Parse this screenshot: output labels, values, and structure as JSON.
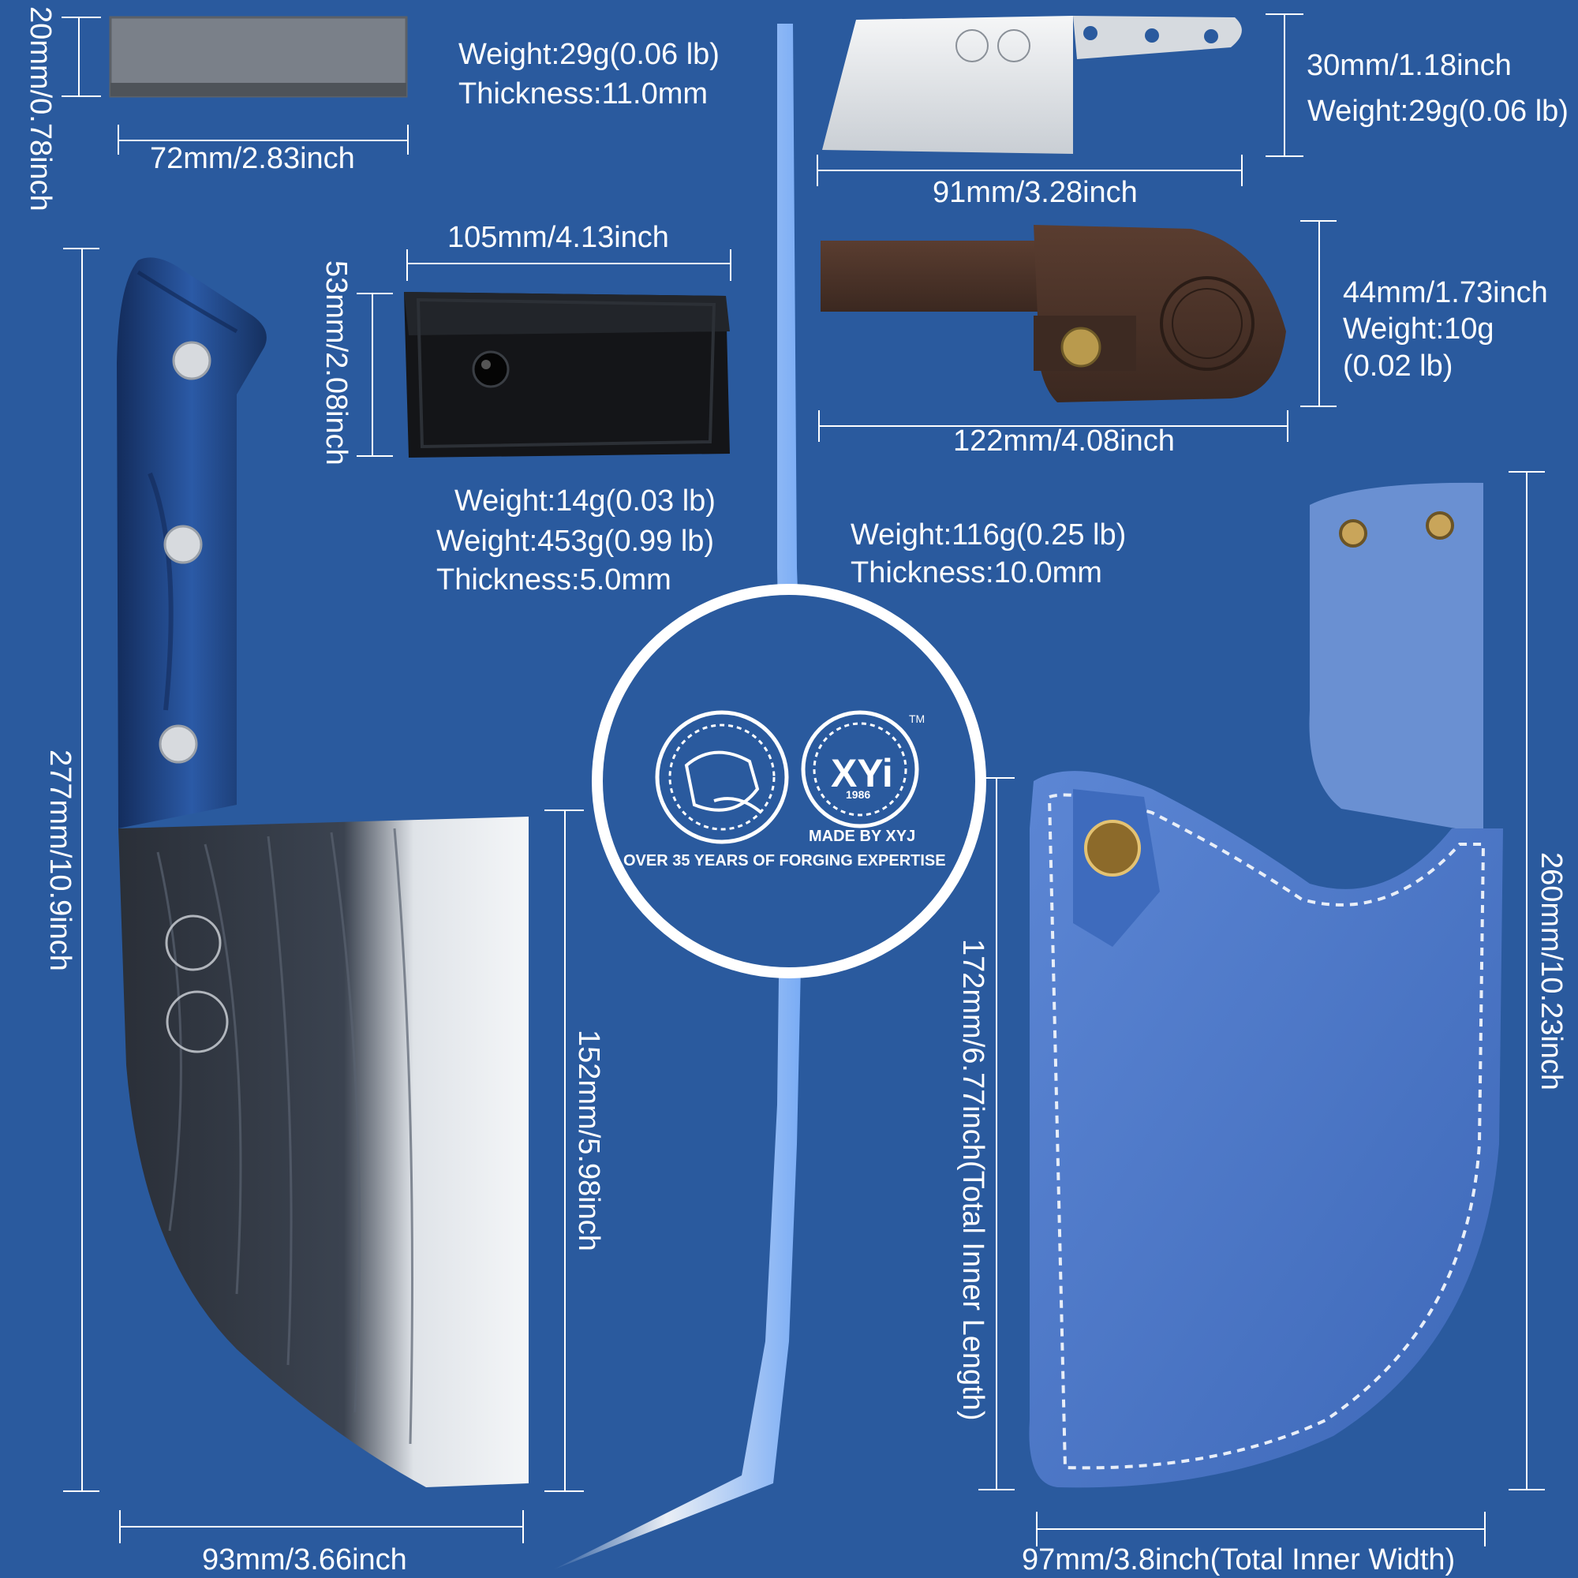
{
  "colors": {
    "background": "#2a5a9e",
    "text": "#ffffff",
    "handle": "#1f3f78",
    "sheath": "#4a76c6",
    "leather_brown": "#4a332a"
  },
  "whetstone": {
    "width": "72mm/2.83inch",
    "height": "20mm/0.78inch",
    "weight": "Weight:29g(0.06 lb)",
    "thickness": "Thickness:11.0mm"
  },
  "nylon_pouch": {
    "width": "105mm/4.13inch",
    "height": "53mm/2.08inch",
    "weight": "Weight:14g(0.03 lb)"
  },
  "main_knife": {
    "total_length": "277mm/10.9inch",
    "blade_length": "152mm/5.98inch",
    "blade_width": "93mm/3.66inch",
    "weight": "Weight:453g(0.99 lb)",
    "thickness": "Thickness:5.0mm"
  },
  "small_knife": {
    "width": "91mm/3.28inch",
    "height": "30mm/1.18inch",
    "weight": "Weight:29g(0.06 lb)"
  },
  "small_sheath": {
    "width": "122mm/4.08inch",
    "height": "44mm/1.73inch",
    "weight_line1": "Weight:10g",
    "weight_line2": "(0.02 lb)"
  },
  "big_sheath": {
    "weight": "Weight:116g(0.25 lb)",
    "thickness": "Thickness:10.0mm",
    "total_height": "260mm/10.23inch",
    "inner_length": "172mm/6.77inch(Total Inner Length)",
    "inner_width": "97mm/3.8inch(Total Inner Width)"
  },
  "badge": {
    "made_by": "MADE BY XYJ",
    "tagline": "OVER 35 YEARS OF FORGING EXPERTISE",
    "trademark": "TM",
    "logo_text": "XYi",
    "logo_year": "1986"
  }
}
